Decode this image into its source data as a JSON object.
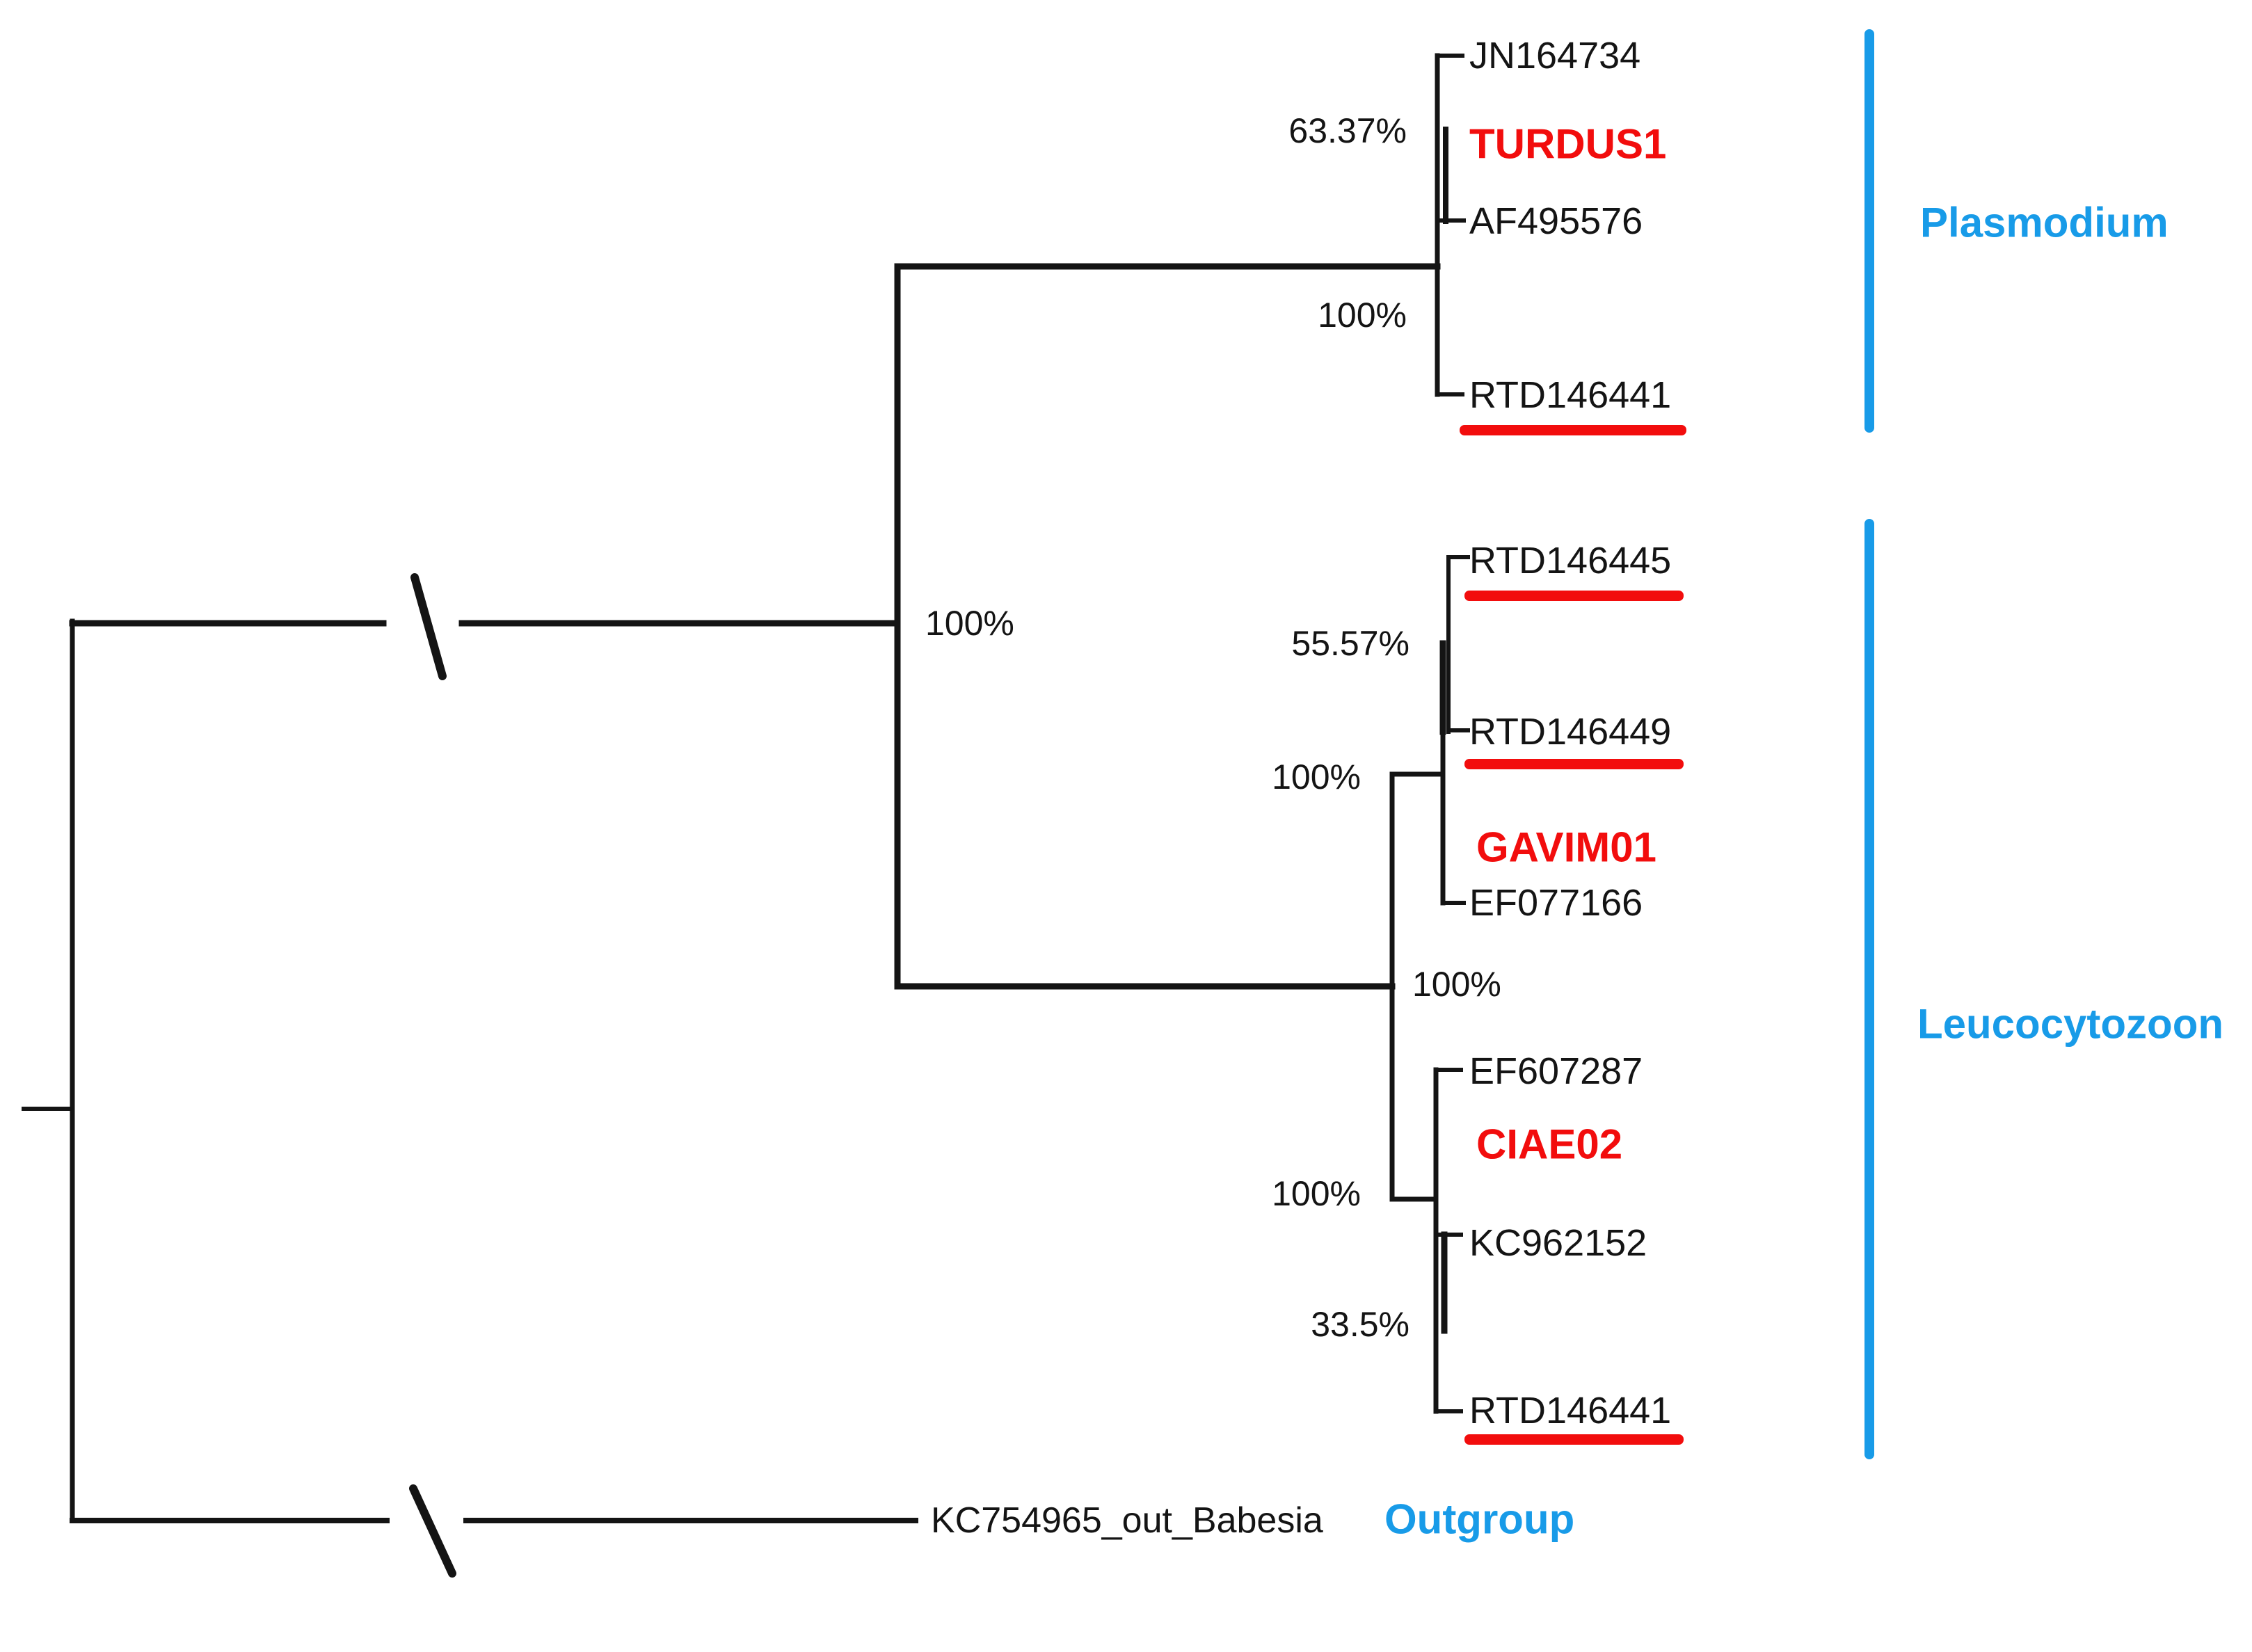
{
  "colors": {
    "ink": "#141414",
    "accent-red": "#f20d0d",
    "accent-blue": "#189be8"
  },
  "tree": {
    "plasmodium_clade": {
      "group_label": "Plasmodium",
      "support_subclade": "63.37%",
      "support_clade": "100%",
      "tips": {
        "jn164734": "JN164734",
        "turdus1": "TURDUS1",
        "af495576": "AF495576",
        "rtd146441": "RTD146441"
      }
    },
    "ingroup": {
      "support": "100%"
    },
    "leucocytozoon_clade": {
      "group_label": "Leucocytozoon",
      "support_clade": "100%",
      "support_rtd_pair": "55.57%",
      "support_gavim_group": "100%",
      "support_ciae_group": "100%",
      "support_kc_rtd_pair": "33.5%",
      "tips": {
        "rtd146445": "RTD146445",
        "rtd146449": "RTD146449",
        "gavim01": "GAVIM01",
        "ef077166": "EF077166",
        "ef607287": "EF607287",
        "ciae02": "CIAE02",
        "kc962152": "KC962152",
        "rtd146441": "RTD146441"
      }
    },
    "outgroup": {
      "tip": "KC754965_out_Babesia",
      "group_label": "Outgroup"
    }
  }
}
